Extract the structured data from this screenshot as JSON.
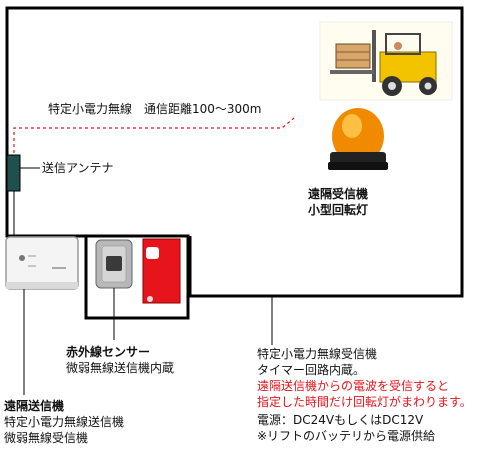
{
  "link": {
    "label": "特定小電力無線　通信距離100～300m"
  },
  "antenna": {
    "label": "送信アンテナ"
  },
  "receiver": {
    "title_line1": "遠隔受信機",
    "title_line2": "小型回転灯",
    "desc_line1": "特定小電力無線受信機",
    "desc_line2": "タイマー回路内蔵。",
    "note_line1": "遠隔送信機からの電波を受信すると",
    "note_line2": "指定した時間だけ回転灯がまわります。",
    "power_line1": "電源：DC24VもしくはDC12V",
    "power_line2": "※リフトのバッテリから電源供給"
  },
  "sensor": {
    "title": "赤外線センサー",
    "desc": "微弱無線送信機内蔵"
  },
  "transmitter": {
    "title": "遠隔送信機",
    "desc_line1": "特定小電力無線送信機",
    "desc_line2": "微弱無線受信機"
  },
  "colors": {
    "accent_red": "#e8141b",
    "antenna": "#1f4f4f",
    "lamp": "#f08a00"
  }
}
